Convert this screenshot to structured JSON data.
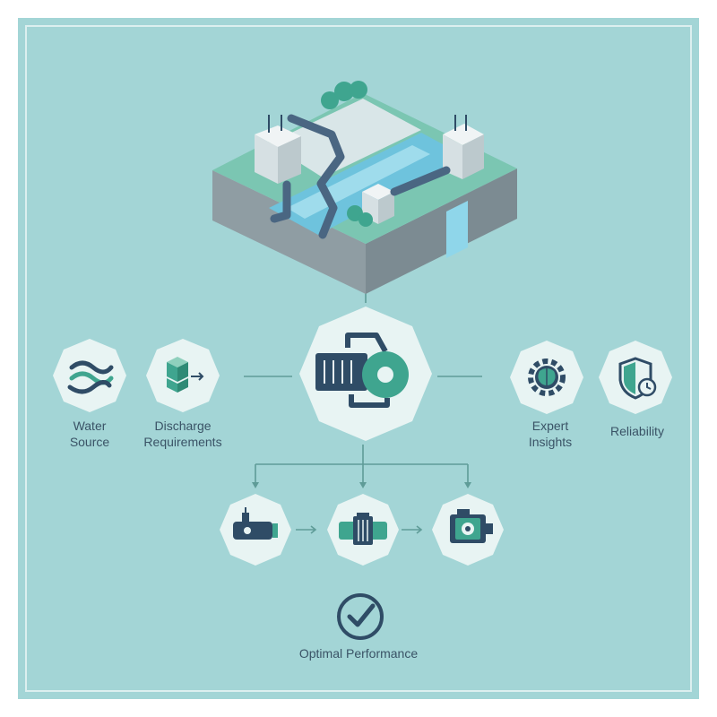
{
  "colors": {
    "background": "#a3d5d6",
    "inner_border": "#dcefef",
    "node_fill": "#e8f4f3",
    "connector": "#5f9c98",
    "icon_dark": "#2f4c66",
    "icon_green": "#3fa58f",
    "water": "#6ec3dd",
    "grass": "#7bc6b2",
    "terrain_side": "#8f9da3"
  },
  "nodes": {
    "water_source": {
      "label": "Water\nSource",
      "icon": "intertwined-waves-icon"
    },
    "discharge_requirements": {
      "label": "Discharge\nRequirements",
      "icon": "cube-arrow-icon"
    },
    "central_pump": {
      "icon": "large-pump-icon"
    },
    "expert_insights": {
      "label": "Expert\nInsights",
      "icon": "brain-gear-icon"
    },
    "reliability": {
      "label": "Reliability",
      "icon": "shield-clock-icon"
    },
    "pump_option_1": {
      "icon": "submersible-pump-icon"
    },
    "pump_option_2": {
      "icon": "inline-pump-icon"
    },
    "pump_option_3": {
      "icon": "centrifugal-pump-icon"
    },
    "optimal_performance": {
      "label": "Optimal Performance",
      "icon": "check-circle-icon"
    }
  },
  "illustration": {
    "icon": "isometric-water-plant-icon"
  }
}
